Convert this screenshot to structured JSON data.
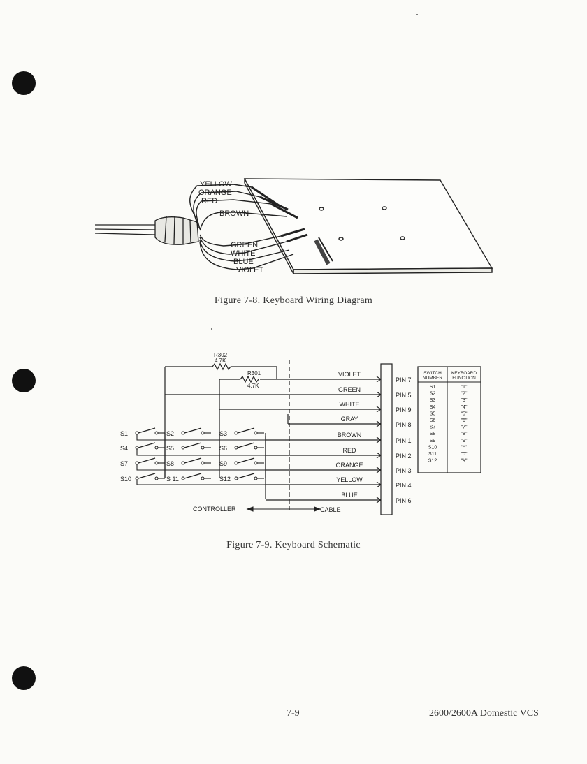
{
  "figure_8": {
    "caption": "Figure 7-8.  Keyboard Wiring Diagram",
    "wire_labels": [
      "YELLOW",
      "ORANGE",
      "RED",
      "BROWN",
      "GREEN",
      "WHITE",
      "BLUE",
      "VIOLET"
    ]
  },
  "figure_9": {
    "caption": "Figure 7-9.  Keyboard Schematic",
    "resistors": [
      {
        "name": "R302",
        "value": "4.7K"
      },
      {
        "name": "R301",
        "value": "4.7K"
      }
    ],
    "wires": [
      {
        "color": "VIOLET",
        "pin": "PIN 7"
      },
      {
        "color": "GREEN",
        "pin": "PIN 5"
      },
      {
        "color": "WHITE",
        "pin": "PIN 9"
      },
      {
        "color": "GRAY",
        "pin": "PIN 8"
      },
      {
        "color": "BROWN",
        "pin": "PIN 1"
      },
      {
        "color": "RED",
        "pin": "PIN 2"
      },
      {
        "color": "ORANGE",
        "pin": "PIN 3"
      },
      {
        "color": "YELLOW",
        "pin": "PIN 4"
      },
      {
        "color": "BLUE",
        "pin": "PIN 6"
      }
    ],
    "switch_rows": [
      [
        "S1",
        "S2",
        "S3"
      ],
      [
        "S4",
        "S5",
        "S6"
      ],
      [
        "S7",
        "S8",
        "S9"
      ],
      [
        "S10",
        "S 11",
        "S12"
      ]
    ],
    "controller_label": "CONTROLLER",
    "cable_label": "CABLE",
    "table": {
      "header_switch": [
        "SWITCH",
        "NUMBER"
      ],
      "header_function": [
        "KEYBOARD",
        "FUNCTION"
      ],
      "rows": [
        [
          "S1",
          "\"1\""
        ],
        [
          "S2",
          "\"2\""
        ],
        [
          "S3",
          "\"3\""
        ],
        [
          "S4",
          "\"4\""
        ],
        [
          "S5",
          "\"5\""
        ],
        [
          "S6",
          "\"6\""
        ],
        [
          "S7",
          "\"7\""
        ],
        [
          "S8",
          "\"8\""
        ],
        [
          "S9",
          "\"9\""
        ],
        [
          "S10",
          "\"*\""
        ],
        [
          "S11",
          "\"0\""
        ],
        [
          "S12",
          "\"#\""
        ]
      ]
    }
  },
  "footer": {
    "page_number": "7-9",
    "doc_title": "2600/2600A Domestic VCS"
  }
}
